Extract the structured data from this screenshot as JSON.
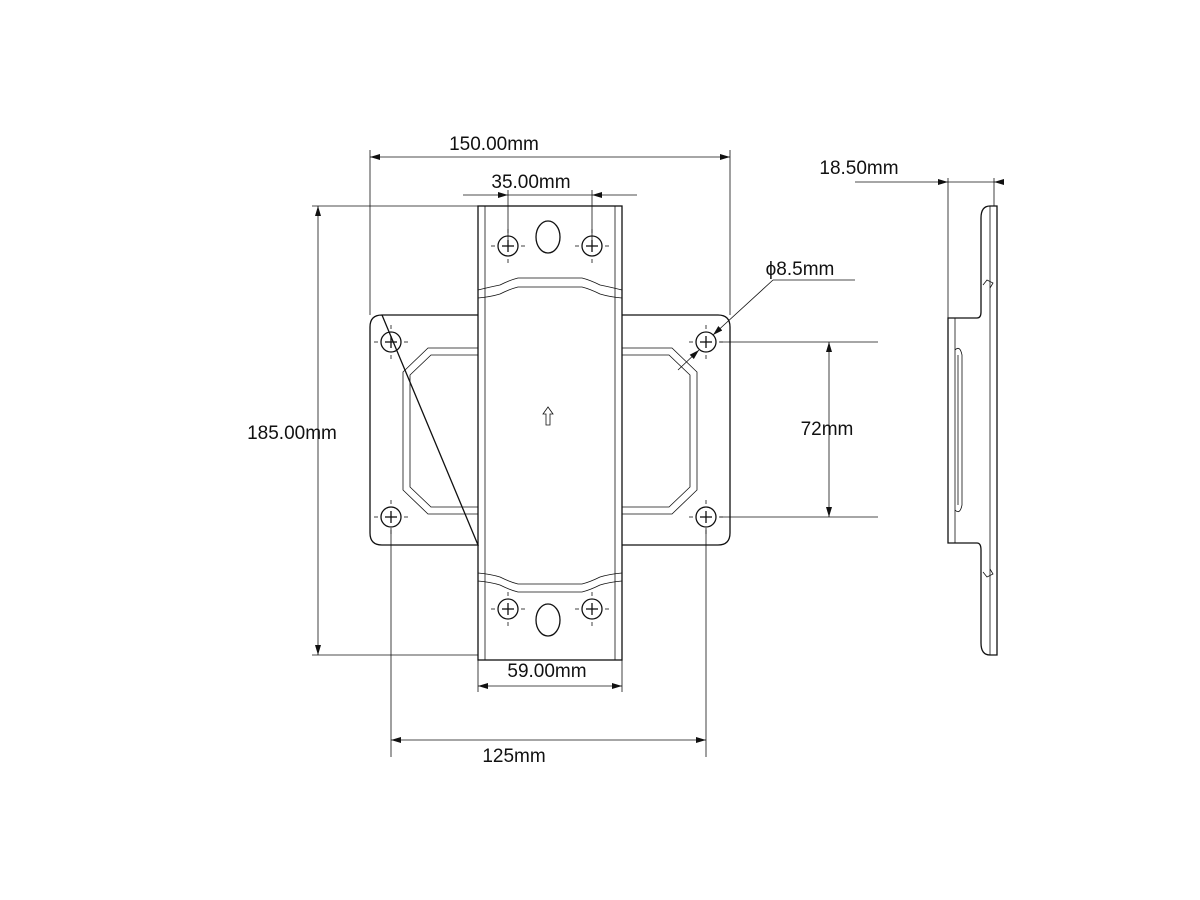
{
  "dimensions": {
    "overall_width": "150.00mm",
    "top_hole_spacing": "35.00mm",
    "overall_height": "185.00mm",
    "strip_width": "59.00mm",
    "vesa_horizontal": "125mm",
    "vesa_vertical": "72mm",
    "hole_diameter": "ϕ8.5mm",
    "depth": "18.50mm"
  },
  "colors": {
    "line": "#111111",
    "background": "#ffffff"
  }
}
